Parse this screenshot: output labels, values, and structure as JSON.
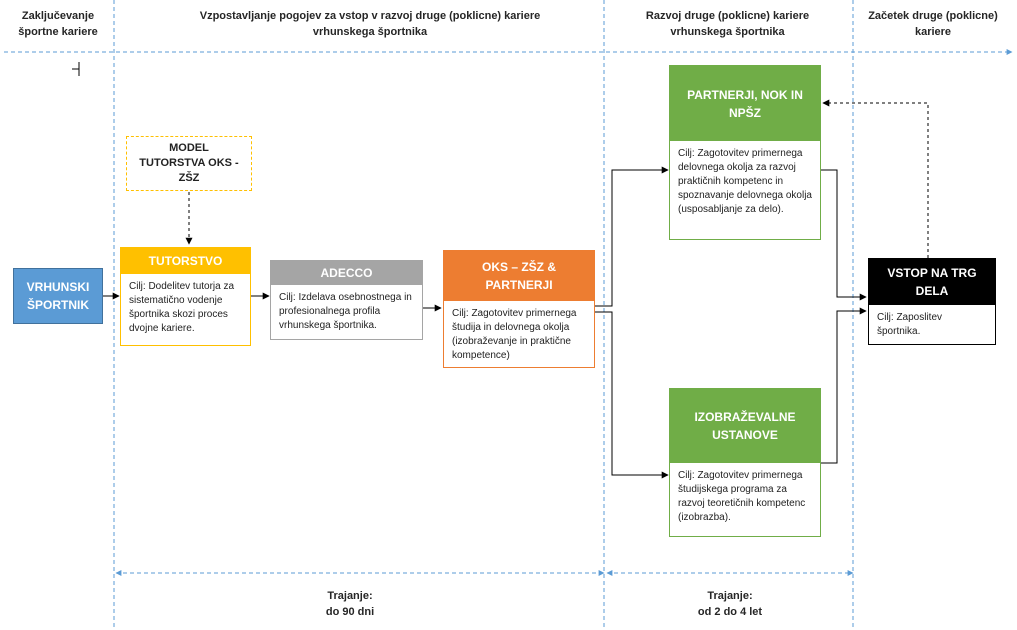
{
  "phases": [
    {
      "title": "Zaključevanje športne kariere"
    },
    {
      "title": "Vzpostavljanje pogojev za vstop v razvoj druge (poklicne) kariere vrhunskega športnika"
    },
    {
      "title": "Razvoj druge (poklicne) kariere  vrhunskega športnika"
    },
    {
      "title": "Začetek druge (poklicne) kariere"
    }
  ],
  "nodes": {
    "athlete": {
      "title": "VRHUNSKI ŠPORTNIK",
      "color": "#5b9bd5"
    },
    "model": {
      "title": "MODEL TUTORSTVA OKS - ZŠZ",
      "border_color": "#ffc000"
    },
    "tutorstvo": {
      "title": "TUTORSTVO",
      "body": "Cilj: Dodelitev tutorja za  sistematično vodenje športnika skozi proces dvojne kariere.",
      "color": "#ffc000"
    },
    "adecco": {
      "title": "ADECCO",
      "body": "Cilj: Izdelava osebnostnega in profesionalnega profila vrhunskega športnika.",
      "color": "#a5a5a5"
    },
    "oks": {
      "title": "OKS – ZŠZ & PARTNERJI",
      "body": "Cilj: Zagotovitev primernega študija in delovnega okolja (izobraževanje in praktične kompetence)",
      "color": "#ed7d31"
    },
    "partnerji": {
      "title": "PARTNERJI, NOK IN NPŠZ",
      "body": "Cilj: Zagotovitev primernega delovnega okolja za razvoj praktičnih kompetenc in spoznavanje delovnega okolja (usposabljanje za delo).",
      "color": "#70ad47"
    },
    "izobrazevalne": {
      "title": "IZOBRAŽEVALNE USTANOVE",
      "body": "Cilj: Zagotovitev primernega študijskega programa za razvoj teoretičnih kompetenc (izobrazba).",
      "color": "#70ad47"
    },
    "vstop": {
      "title": "VSTOP NA TRG DELA",
      "body": "Cilj: Zaposlitev športnika.",
      "color": "#000000"
    }
  },
  "durations": [
    {
      "label": "Trajanje:",
      "value": "do 90 dni"
    },
    {
      "label": "Trajanje:",
      "value": "od 2 do 4 let"
    }
  ],
  "colors": {
    "guide": "#5b9bd5",
    "arrow": "#000000"
  }
}
